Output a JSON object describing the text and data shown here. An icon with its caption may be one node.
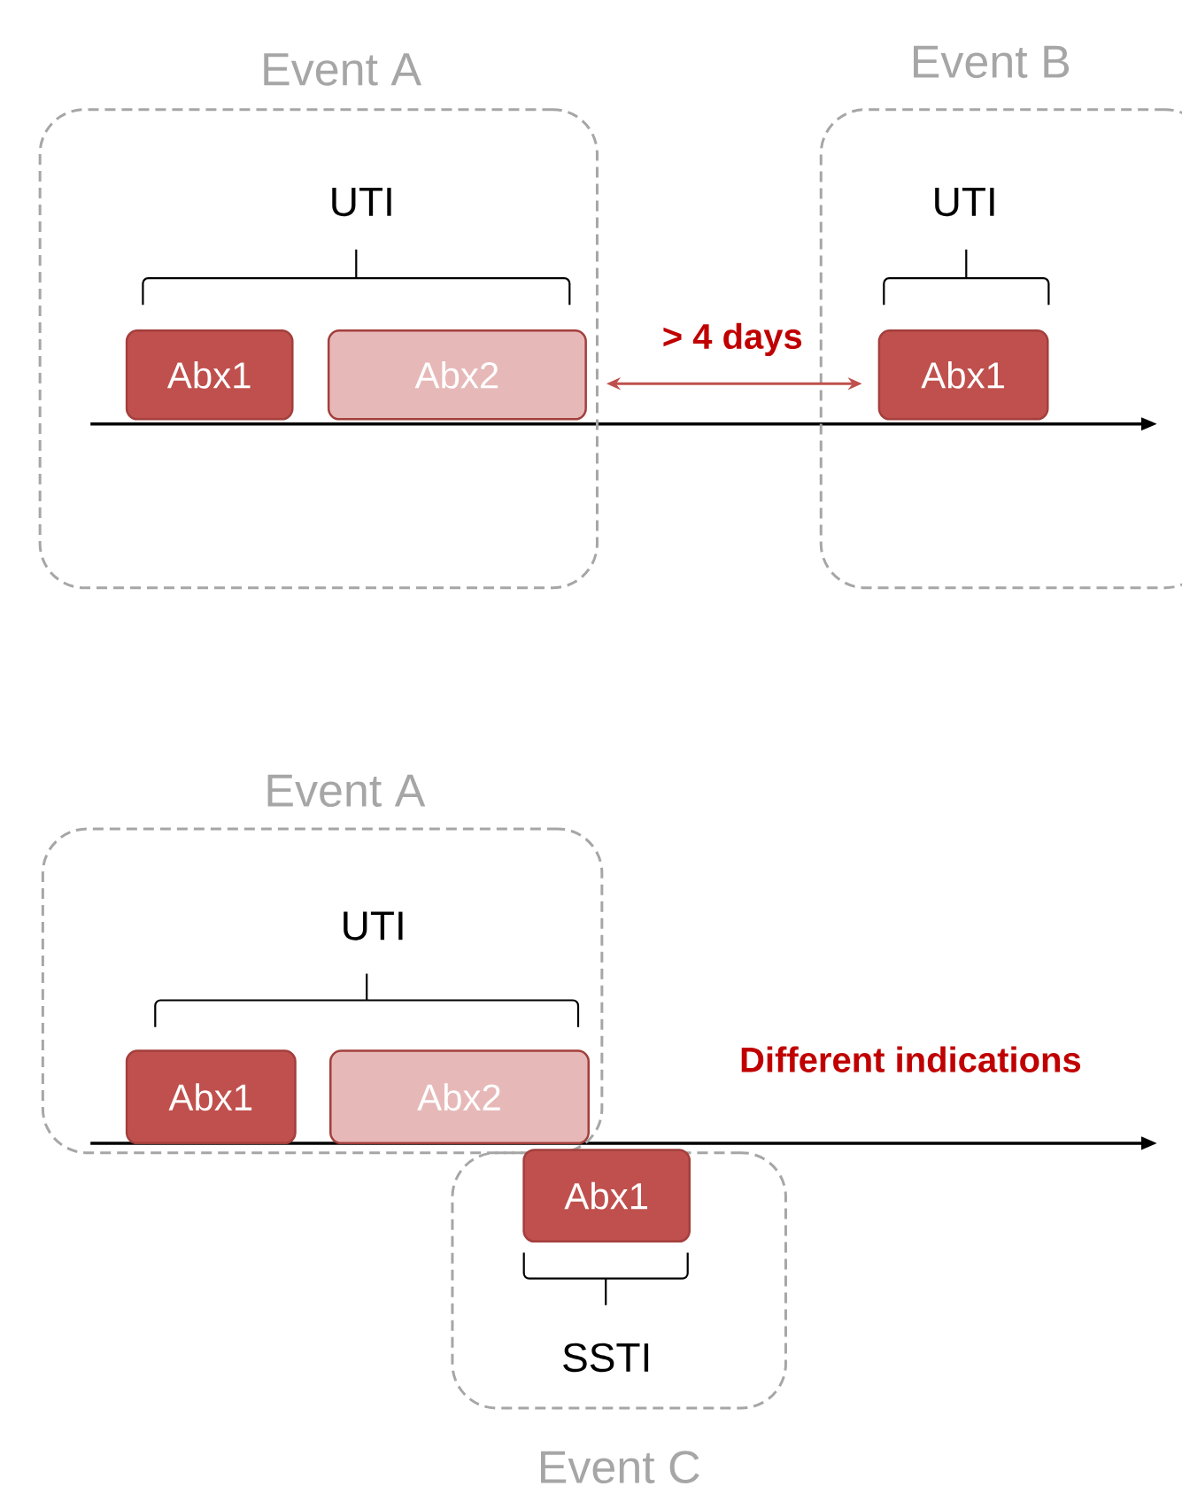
{
  "diagram": {
    "nodes": [
      {
        "text": [
          "Event A"
        ]
      },
      {
        "text": [
          "Abx1"
        ],
        "in": 0
      },
      {
        "text": [
          "Abx2"
        ],
        "in": 0
      },
      {
        "text": [
          "Event B"
        ]
      },
      {
        "text": [
          "Abx1"
        ],
        "in": 3
      },
      {
        "text": [
          "Event A"
        ]
      },
      {
        "text": [
          "Abx1"
        ],
        "in": 5
      },
      {
        "text": [
          "Abx2"
        ],
        "in": 5
      },
      {
        "text": [
          "Event C"
        ]
      },
      {
        "text": [
          "Abx1"
        ],
        "in": 8
      }
    ],
    "edges": [
      {
        "from": 2,
        "to": 4,
        "arrow": "both",
        "label": "> 4 days",
        "color": "#c0504d"
      }
    ],
    "labels": [
      "UTI",
      "UTI",
      "UTI",
      "Different indications",
      "SSTI"
    ]
  }
}
